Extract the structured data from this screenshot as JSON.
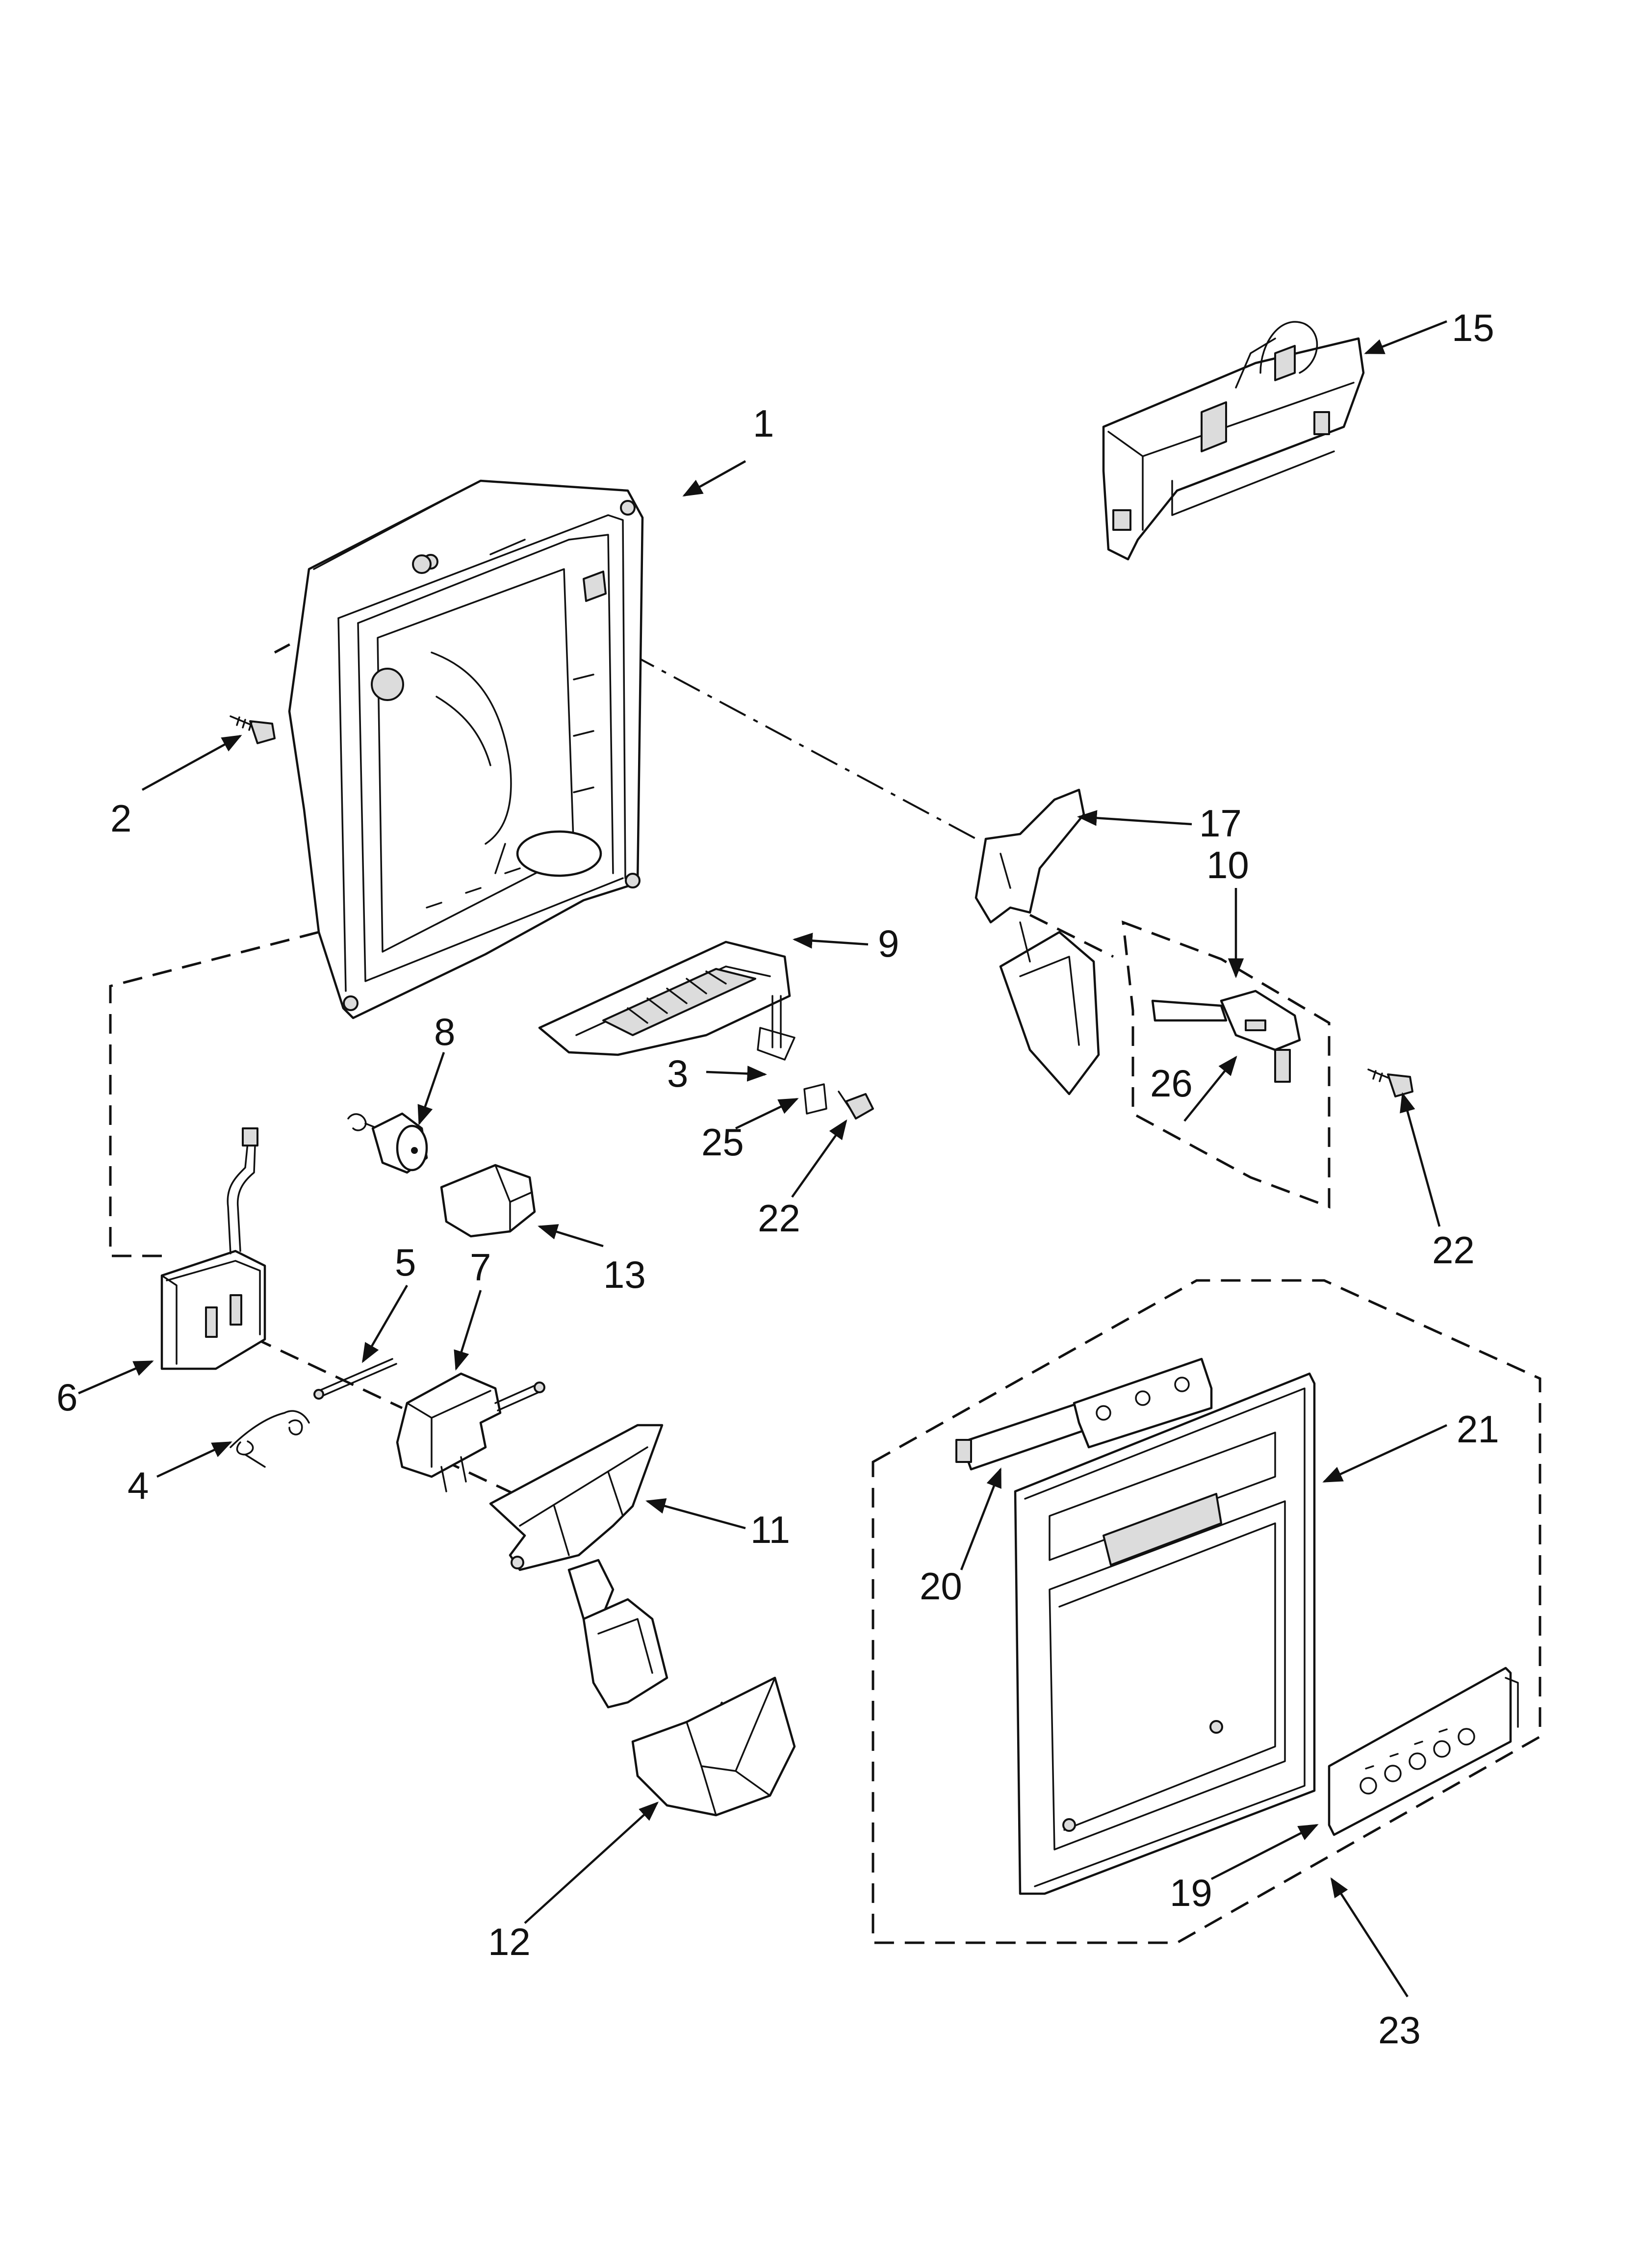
{
  "diagram": {
    "callouts": [
      {
        "id": "1",
        "label": "1"
      },
      {
        "id": "2",
        "label": "2"
      },
      {
        "id": "3",
        "label": "3"
      },
      {
        "id": "4",
        "label": "4"
      },
      {
        "id": "5",
        "label": "5"
      },
      {
        "id": "6",
        "label": "6"
      },
      {
        "id": "7",
        "label": "7"
      },
      {
        "id": "8",
        "label": "8"
      },
      {
        "id": "9",
        "label": "9"
      },
      {
        "id": "10",
        "label": "10"
      },
      {
        "id": "11",
        "label": "11"
      },
      {
        "id": "12",
        "label": "12"
      },
      {
        "id": "13",
        "label": "13"
      },
      {
        "id": "15",
        "label": "15"
      },
      {
        "id": "17",
        "label": "17"
      },
      {
        "id": "19",
        "label": "19"
      },
      {
        "id": "20",
        "label": "20"
      },
      {
        "id": "21",
        "label": "21"
      },
      {
        "id": "22a",
        "label": "22"
      },
      {
        "id": "22b",
        "label": "22"
      },
      {
        "id": "23",
        "label": "23"
      },
      {
        "id": "25",
        "label": "25"
      },
      {
        "id": "26",
        "label": "26"
      }
    ]
  }
}
